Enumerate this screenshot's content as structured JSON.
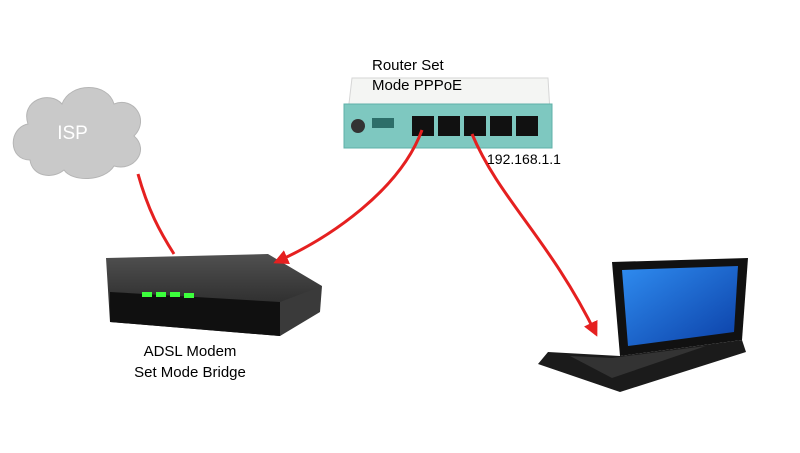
{
  "cloud": {
    "label": "ISP",
    "icon": "cloud-icon"
  },
  "router": {
    "title_line1": "Router Set",
    "title_line2": "Mode PPPoE",
    "ip": "192.168.1.1",
    "icon": "router-icon"
  },
  "modem": {
    "line1": "ADSL Modem",
    "line2": "Set Mode Bridge",
    "icon": "modem-icon"
  },
  "laptop": {
    "icon": "laptop-icon"
  },
  "colors": {
    "cable": "#e52020",
    "cloud": "#c9c9c9",
    "router": "#f4f5f3",
    "router_panel": "#7ec8c0",
    "modem": "#2b2b2b",
    "led": "#3cff3c",
    "screen": "#1769d8"
  }
}
